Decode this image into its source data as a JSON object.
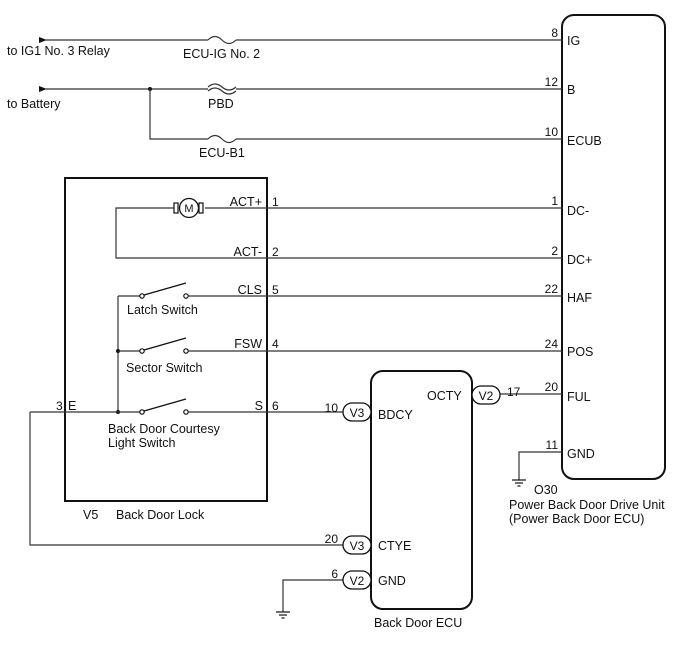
{
  "left_labels": {
    "to_ig1_relay": "to IG1 No. 3 Relay",
    "to_battery": "to Battery"
  },
  "fuses": {
    "ecu_ig_no2": "ECU-IG No. 2",
    "pbd": "PBD",
    "ecu_b1": "ECU-B1"
  },
  "power_back_door_unit": {
    "code": "O30",
    "name": "Power Back Door Drive Unit",
    "subname": "(Power Back Door ECU)",
    "pins": [
      {
        "num": "8",
        "name": "IG"
      },
      {
        "num": "12",
        "name": "B"
      },
      {
        "num": "10",
        "name": "ECUB"
      },
      {
        "num": "1",
        "name": "DC-"
      },
      {
        "num": "2",
        "name": "DC+"
      },
      {
        "num": "22",
        "name": "HAF"
      },
      {
        "num": "24",
        "name": "POS"
      },
      {
        "num": "20",
        "name": "FUL"
      },
      {
        "num": "11",
        "name": "GND"
      }
    ]
  },
  "back_door_lock": {
    "code": "V5",
    "name": "Back Door Lock",
    "motor_symbol": "M",
    "pins": [
      {
        "name": "ACT+",
        "num": "1"
      },
      {
        "name": "ACT-",
        "num": "2"
      },
      {
        "name": "CLS",
        "num": "5"
      },
      {
        "name": "FSW",
        "num": "4"
      },
      {
        "name": "S",
        "num": "6"
      },
      {
        "name": "E",
        "num": "3"
      }
    ],
    "switches": {
      "latch": "Latch Switch",
      "sector": "Sector Switch",
      "courtesy_line1": "Back Door Courtesy",
      "courtesy_line2": "Light Switch"
    }
  },
  "back_door_ecu": {
    "name": "Back Door ECU",
    "pins": [
      {
        "name": "OCTY",
        "connector": "V2",
        "num": "17"
      },
      {
        "name": "BDCY",
        "connector": "V3",
        "num": "10"
      },
      {
        "name": "CTYE",
        "connector": "V3",
        "num": "20"
      },
      {
        "name": "GND",
        "connector": "V2",
        "num": "6"
      }
    ]
  }
}
